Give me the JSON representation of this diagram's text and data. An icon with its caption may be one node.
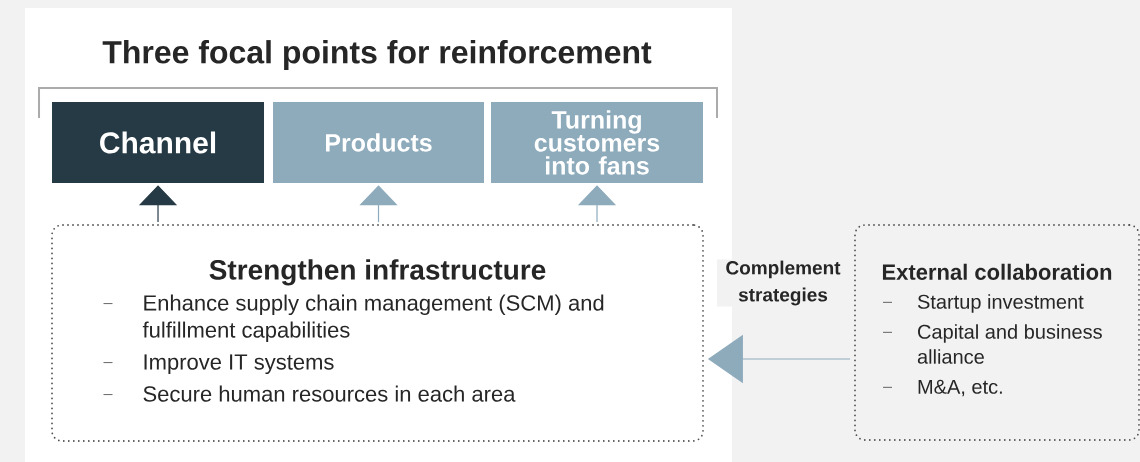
{
  "diagram": {
    "title": "Three focal points for reinforcement",
    "nodes": [
      {
        "text": [
          "Channel"
        ]
      },
      {
        "text": [
          "Products"
        ]
      },
      {
        "text": [
          "Turning customers into fans"
        ]
      },
      {
        "text": [
          "Strengthen infrastructure",
          "Enhance supply chain management (SCM) and fulfillment capabilities",
          "Improve IT systems",
          "Secure human resources in each area"
        ]
      },
      {
        "text": [
          "External collaboration",
          "Startup investment",
          "Capital and business alliance",
          "M&A, etc."
        ]
      }
    ],
    "edges": [
      {
        "from": 3,
        "to": 0,
        "arrow": "to",
        "color": "#263a45"
      },
      {
        "from": 3,
        "to": 1,
        "arrow": "to"
      },
      {
        "from": 3,
        "to": 2,
        "arrow": "to"
      },
      {
        "from": 4,
        "to": 3,
        "arrow": "to",
        "label": "Complement strategies"
      }
    ]
  }
}
